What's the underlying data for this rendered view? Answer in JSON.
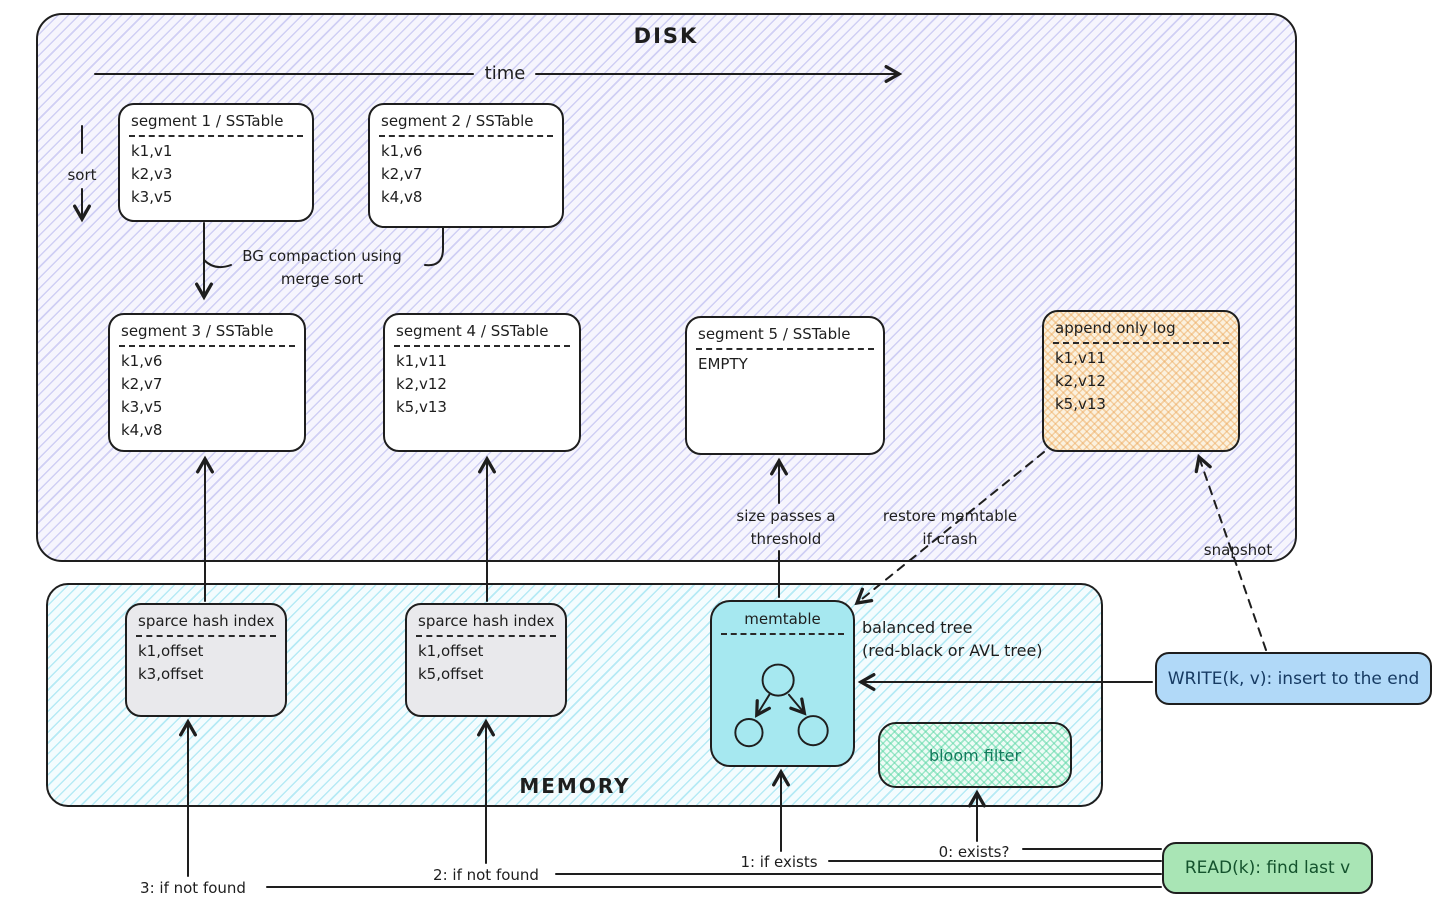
{
  "colors": {
    "ink": "#1e1e1e",
    "disk_hatch": "#8282e1",
    "memory_hatch": "#50cde6",
    "append_log_fill": "#f5c98a",
    "hash_index_fill": "#e9e9ec",
    "memtable_fill": "#a6e8f0",
    "bloom_fill": "#7ddfb7",
    "write_fill": "#b1d9f8",
    "read_fill": "#a9e5b5"
  },
  "disk": {
    "label": "DISK",
    "time_label": "time",
    "sort_label": "sort",
    "segments": [
      {
        "title": "segment 1 / SSTable",
        "rows": [
          "k1,v1",
          "k2,v3",
          "k3,v5"
        ]
      },
      {
        "title": "segment 2 / SSTable",
        "rows": [
          "k1,v6",
          "k2,v7",
          "k4,v8"
        ]
      },
      {
        "title": "segment 3 / SSTable",
        "rows": [
          "k1,v6",
          "k2,v7",
          "k3,v5",
          "k4,v8"
        ]
      },
      {
        "title": "segment 4 / SSTable",
        "rows": [
          "k1,v11",
          "k2,v12",
          "k5,v13"
        ]
      },
      {
        "title": "segment 5 / SSTable",
        "rows": [
          "EMPTY"
        ]
      }
    ],
    "append_log": {
      "title": "append only log",
      "rows": [
        "k1,v11",
        "k2,v12",
        "k5,v13"
      ]
    },
    "bg_compaction": {
      "line1": "BG compaction using",
      "line2": "merge sort"
    }
  },
  "memory": {
    "label": "MEMORY",
    "hash_indexes": [
      {
        "title": "sparce hash index",
        "rows": [
          "k1,offset",
          "k3,offset"
        ]
      },
      {
        "title": "sparce hash index",
        "rows": [
          "k1,offset",
          "k5,offset"
        ]
      }
    ],
    "memtable": {
      "title": "memtable"
    },
    "bloom_filter": {
      "label": "bloom filter"
    }
  },
  "annotations": {
    "size_threshold": {
      "line1": "size passes a",
      "line2": "threshold"
    },
    "restore": {
      "line1": "restore memtable",
      "line2": "if crash"
    },
    "snapshot": "snapshot",
    "balanced_tree": {
      "line1": "balanced tree",
      "line2": "(red-black or AVL tree)"
    }
  },
  "write_box": {
    "label": "WRITE(k, v): insert to the end"
  },
  "read_box": {
    "label": "READ(k): find last v"
  },
  "read_flow": {
    "step0": "0: exists?",
    "step1": "1: if exists",
    "step2": "2: if not found",
    "step3": "3: if not found"
  }
}
